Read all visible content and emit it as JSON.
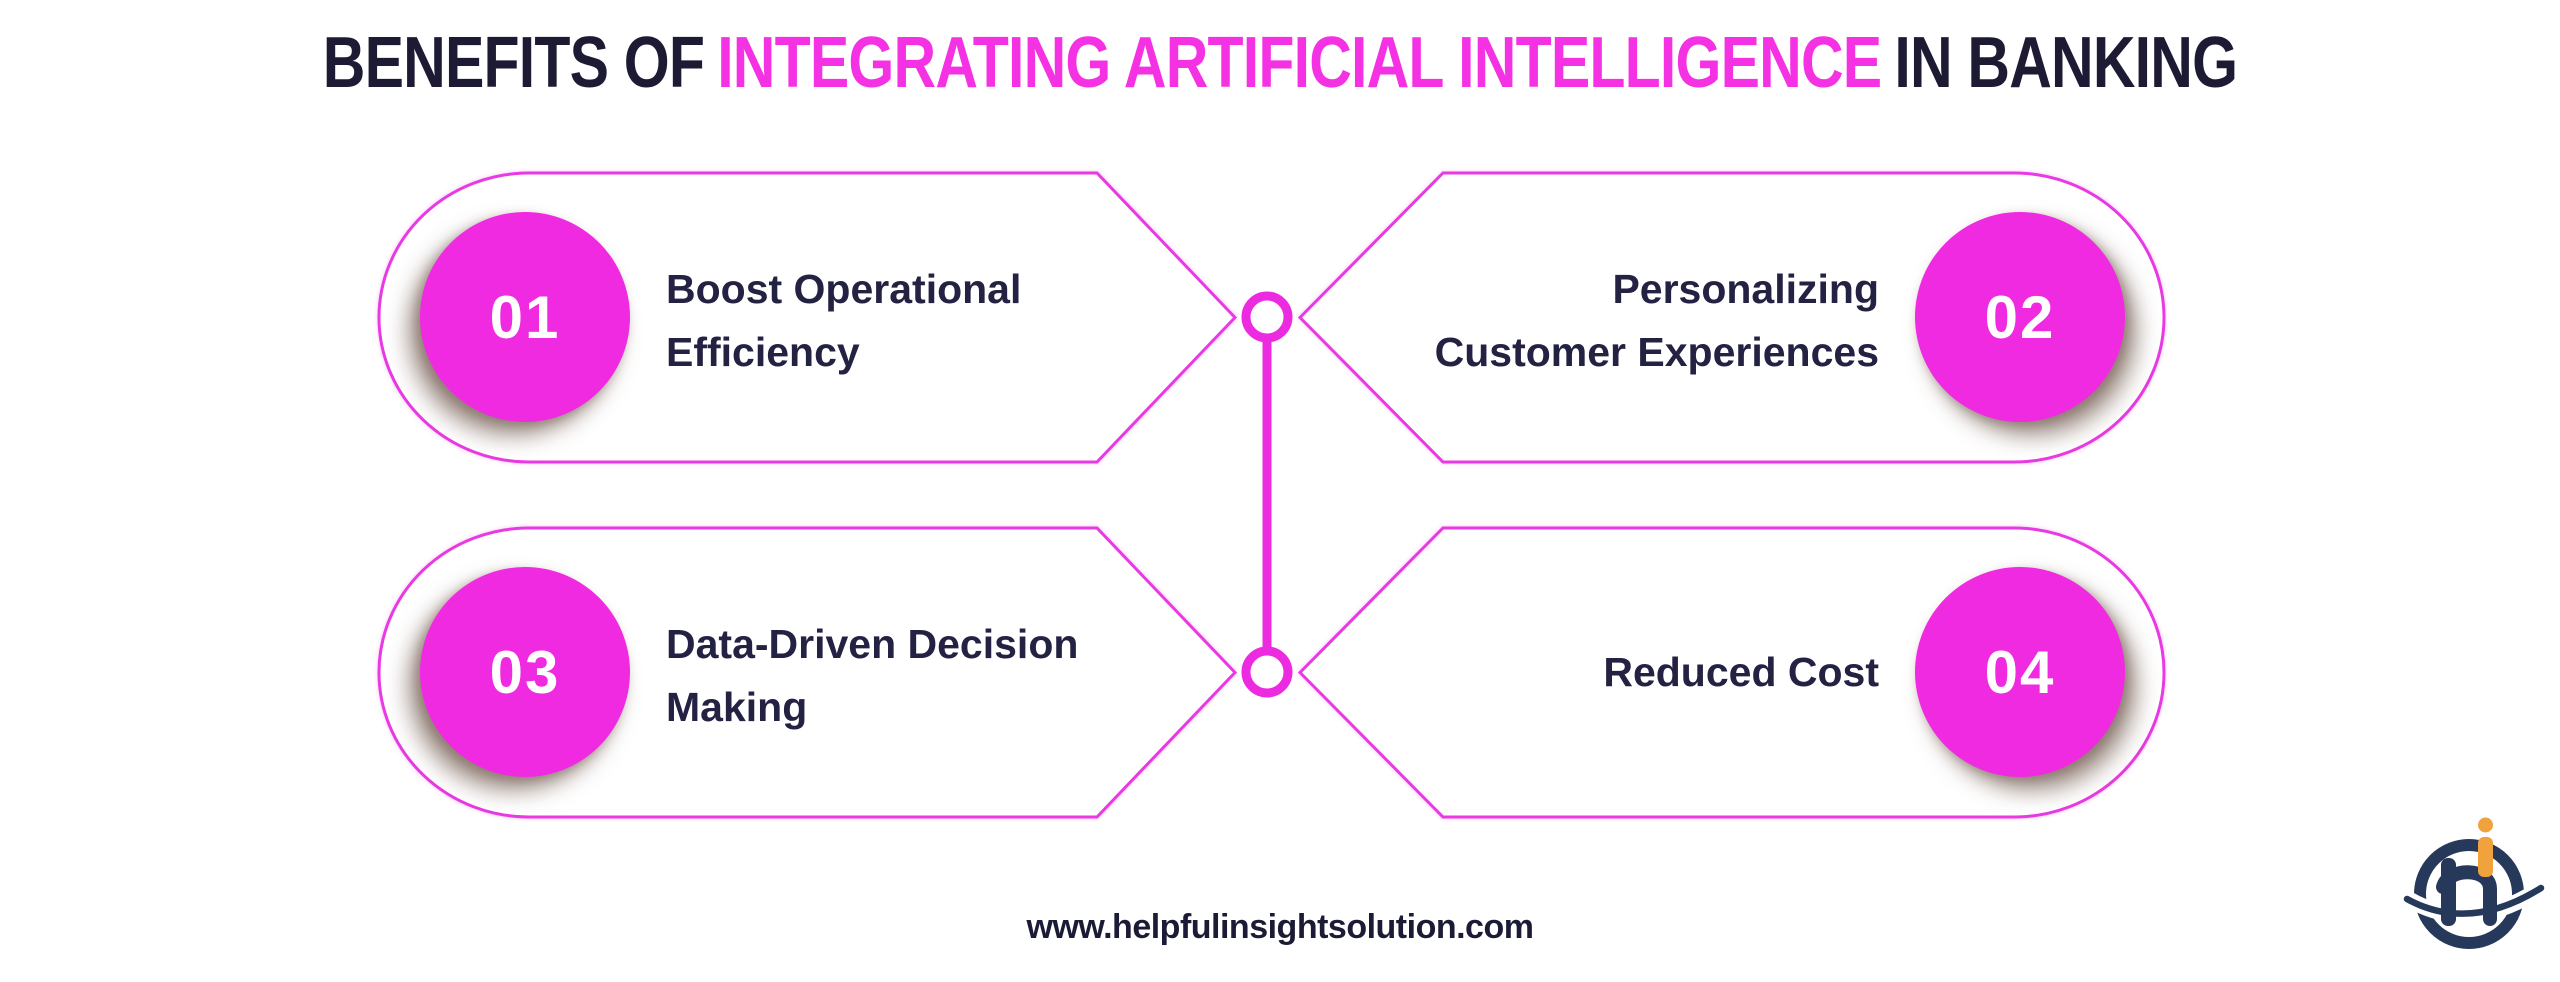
{
  "title": {
    "part1": "BENEFITS OF",
    "highlight": "INTEGRATING ARTIFICIAL INTELLIGENCE",
    "part2": "IN BANKING"
  },
  "cards": [
    {
      "number": "01",
      "lines": [
        "Boost Operational",
        "Efficiency"
      ]
    },
    {
      "number": "02",
      "lines": [
        "Personalizing",
        "Customer Experiences"
      ]
    },
    {
      "number": "03",
      "lines": [
        "Data-Driven Decision",
        "Making"
      ]
    },
    {
      "number": "04",
      "lines": [
        "Reduced Cost"
      ]
    }
  ],
  "footer": {
    "website": "www.helpfulinsightsolution.com"
  },
  "logo": {
    "label": "Helpful Insight logo"
  },
  "colors": {
    "magenta_fill": "#f02ae0",
    "card_stroke": "#e83ae2",
    "title_magenta": "#f431e3",
    "title_navy": "#1d1a34",
    "label_navy": "#242243",
    "footer_navy": "#1b1b36",
    "logo_navy": "#27395a",
    "logo_orange": "#f0a23d",
    "circle_shadow": "rgba(103,77,65,0.6)"
  }
}
